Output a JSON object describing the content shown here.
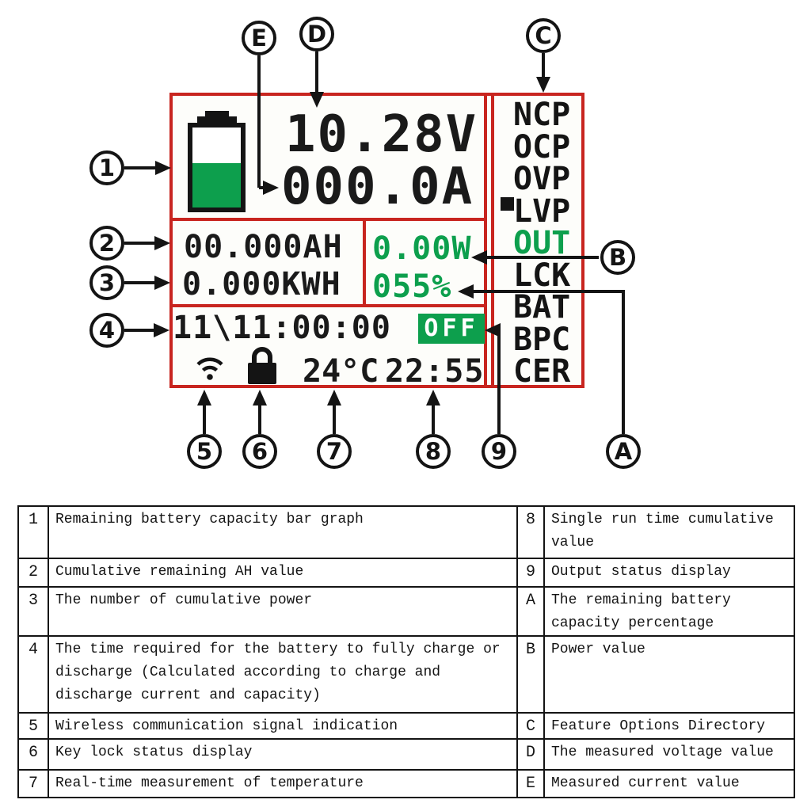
{
  "colors": {
    "accent_red": "#c8251f",
    "green": "#0d9f4d",
    "ink": "#141414"
  },
  "display": {
    "voltage": "10.28V",
    "current": "000.0A",
    "amp_hours": "00.000AH",
    "energy": "0.000KWH",
    "power": "0.00W",
    "battery_percent": "055%",
    "charge_time": "11\\11:00:00",
    "output_status": "OFF",
    "temperature": "24°C",
    "clock": "22:55",
    "battery_fill_percent": 55,
    "menu": [
      "NCP",
      "OCP",
      "OVP",
      "LVP",
      "OUT",
      "LCK",
      "BAT",
      "BPC",
      "CER"
    ],
    "menu_marked_item": "LVP",
    "menu_active_item": "OUT"
  },
  "callouts": {
    "n1": "1",
    "n2": "2",
    "n3": "3",
    "n4": "4",
    "n5": "5",
    "n6": "6",
    "n7": "7",
    "n8": "8",
    "n9": "9",
    "A": "A",
    "B": "B",
    "C": "C",
    "D": "D",
    "E": "E"
  },
  "legend": {
    "rows": [
      {
        "no_left": "1",
        "desc_left": "Remaining battery capacity bar graph",
        "no_right": "8",
        "desc_right": "Single run time cumulative\nvalue"
      },
      {
        "no_left": "2",
        "desc_left": "Cumulative remaining AH value",
        "no_right": "9",
        "desc_right": "Output status display"
      },
      {
        "no_left": "3",
        "desc_left": "The number of cumulative power",
        "no_right": "A",
        "desc_right": "The remaining battery\ncapacity percentage"
      },
      {
        "no_left": "4",
        "desc_left": "The time required for the battery to fully charge or\ndischarge (Calculated according to charge and\ndischarge current and capacity)",
        "no_right": "B",
        "desc_right": "Power value"
      },
      {
        "no_left": "5",
        "desc_left": "Wireless communication signal indication",
        "no_right": "C",
        "desc_right": "Feature Options Directory"
      },
      {
        "no_left": "6",
        "desc_left": "Key lock status display",
        "no_right": "D",
        "desc_right": "The measured voltage value"
      },
      {
        "no_left": "7",
        "desc_left": "Real-time measurement of temperature",
        "no_right": "E",
        "desc_right": "Measured current value"
      }
    ]
  }
}
